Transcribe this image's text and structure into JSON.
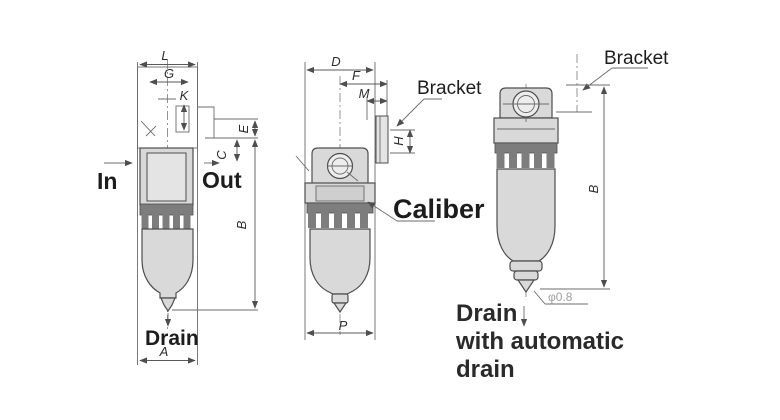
{
  "front_view": {
    "in_label": "In",
    "out_label": "Out",
    "drain_label": "Drain",
    "dim_L": "L",
    "dim_G": "G",
    "dim_K": "K",
    "dim_E": "E",
    "dim_C": "C",
    "dim_B": "B",
    "dim_A": "A"
  },
  "side_view": {
    "bracket_label": "Bracket",
    "caliber_label": "Caliber",
    "dim_D": "D",
    "dim_F": "F",
    "dim_M": "M",
    "dim_H": "H",
    "dim_P": "P"
  },
  "auto_drain_view": {
    "bracket_label": "Bracket",
    "dim_B": "B",
    "orifice_label": "φ0.8",
    "drain_label": "Drain",
    "drain_note_line2": "with automatic",
    "drain_note_line3": "drain"
  }
}
